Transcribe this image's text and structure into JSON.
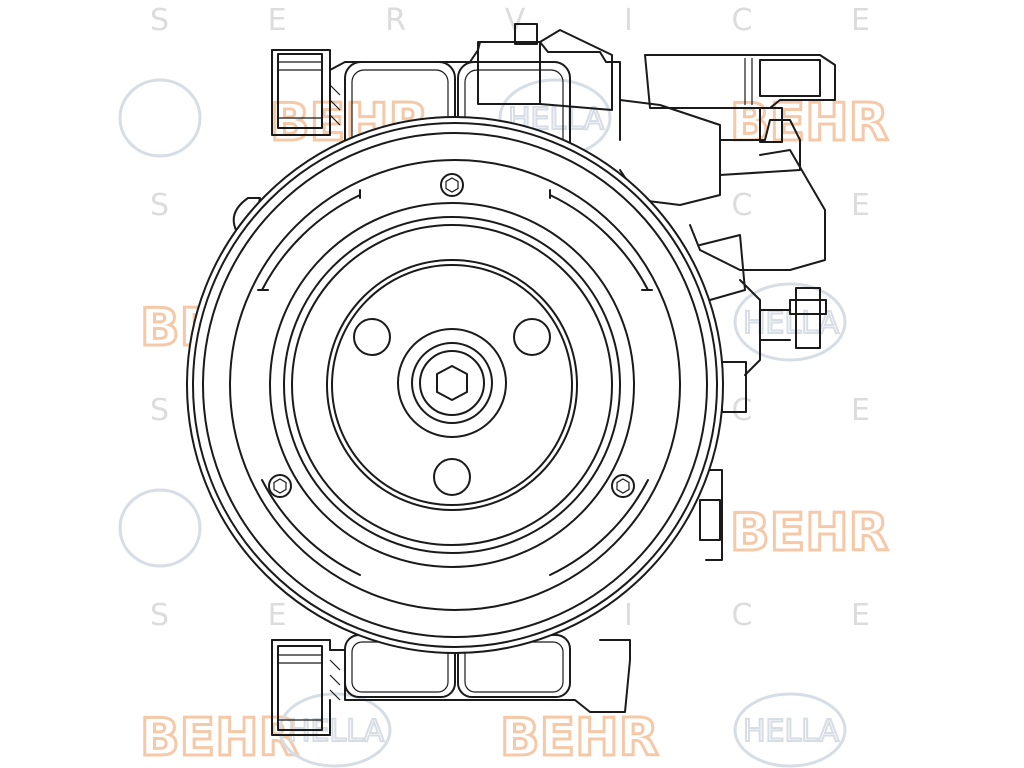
{
  "watermark": {
    "service_text": "S E R V I C E",
    "brand_behr": "BEHR",
    "brand_hella": "HELLA",
    "behr_color": "#f5c9a8",
    "hella_color": "#d6dde4"
  },
  "colors": {
    "line": "#1a1a1a",
    "background": "#ffffff"
  }
}
